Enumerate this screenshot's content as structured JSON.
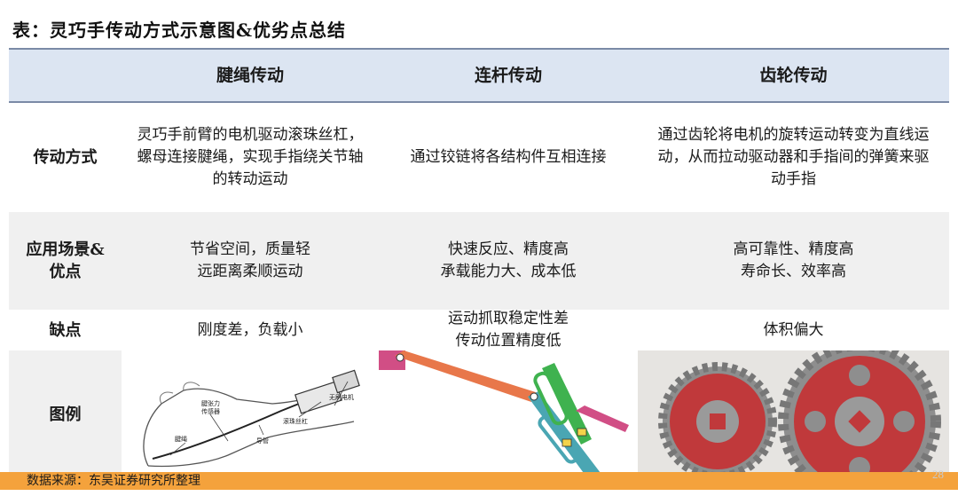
{
  "title": "表：灵巧手传动方式示意图&优劣点总结",
  "headers": [
    "",
    "腱绳传动",
    "连杆传动",
    "齿轮传动"
  ],
  "rows": {
    "method": {
      "label": "传动方式",
      "tendon": "灵巧手前臂的电机驱动滚珠丝杠，螺母连接腱绳，实现手指绕关节轴的转动运动",
      "linkage": "通过铰链将各结构件互相连接",
      "gear": "通过齿轮将电机的旋转运动转变为直线运动，从而拉动驱动器和手指间的弹簧来驱动手指"
    },
    "advantages": {
      "label_line1": "应用场景&",
      "label_line2": "优点",
      "tendon_line1": "节省空间，质量轻",
      "tendon_line2": "远距离柔顺运动",
      "linkage_line1": "快速反应、精度高",
      "linkage_line2": "承载能力大、成本低",
      "gear_line1": "高可靠性、精度高",
      "gear_line2": "寿命长、效率高"
    },
    "disadvantages": {
      "label": "缺点",
      "tendon": "刚度差，负载小",
      "linkage_line1": "运动抓取稳定性差",
      "linkage_line2": "传动位置精度低",
      "gear": "体积偏大"
    },
    "legend": {
      "label": "图例",
      "tendon_labels": {
        "motor": "无刷电机",
        "screw": "滚珠丝杠",
        "sensor1": "腱张力",
        "sensor2": "传感器",
        "conduit": "导管",
        "tendon": "腱绳"
      }
    }
  },
  "footer": "数据来源：东吴证券研究所整理",
  "page_number": "28",
  "colors": {
    "header_bg": "#dce5f2",
    "footer_bg": "#f4a23c",
    "gear_red": "#c0393b",
    "gear_grey": "#8e8e8e",
    "link_orange": "#e8774a",
    "link_teal": "#4aa6b3",
    "link_green": "#3fb24f",
    "link_magenta": "#d14e85"
  }
}
